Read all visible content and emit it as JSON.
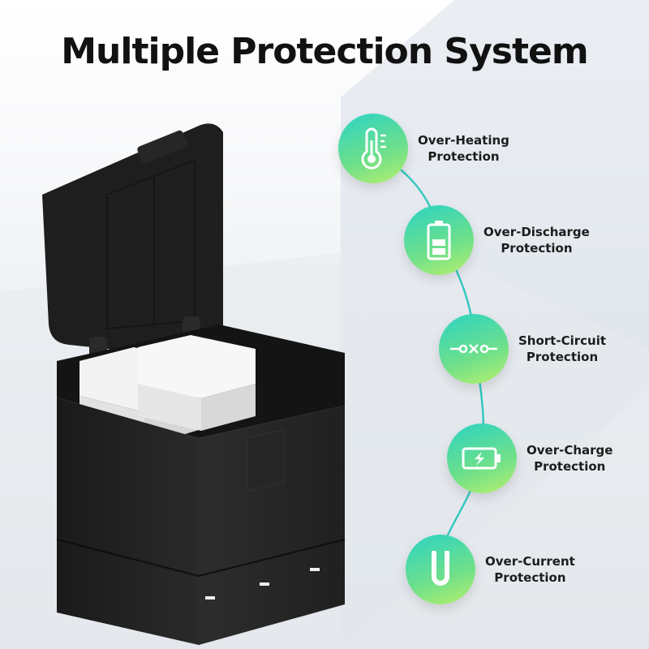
{
  "title": "Multiple Protection System",
  "accent_gradient": [
    "#2bd3c4",
    "#6fe08a",
    "#b8f06c"
  ],
  "features": [
    {
      "icon": "thermometer-icon",
      "line1": "Over-Heating",
      "line2": "Protection"
    },
    {
      "icon": "battery-icon",
      "line1": "Over-Discharge",
      "line2": "Protection"
    },
    {
      "icon": "circuit-switch-icon",
      "line1": "Short-Circuit",
      "line2": "Protection"
    },
    {
      "icon": "battery-charging-icon",
      "line1": "Over-Charge",
      "line2": "Protection"
    },
    {
      "icon": "u-shape-icon",
      "line1": "Over-Current",
      "line2": "Protection"
    }
  ]
}
